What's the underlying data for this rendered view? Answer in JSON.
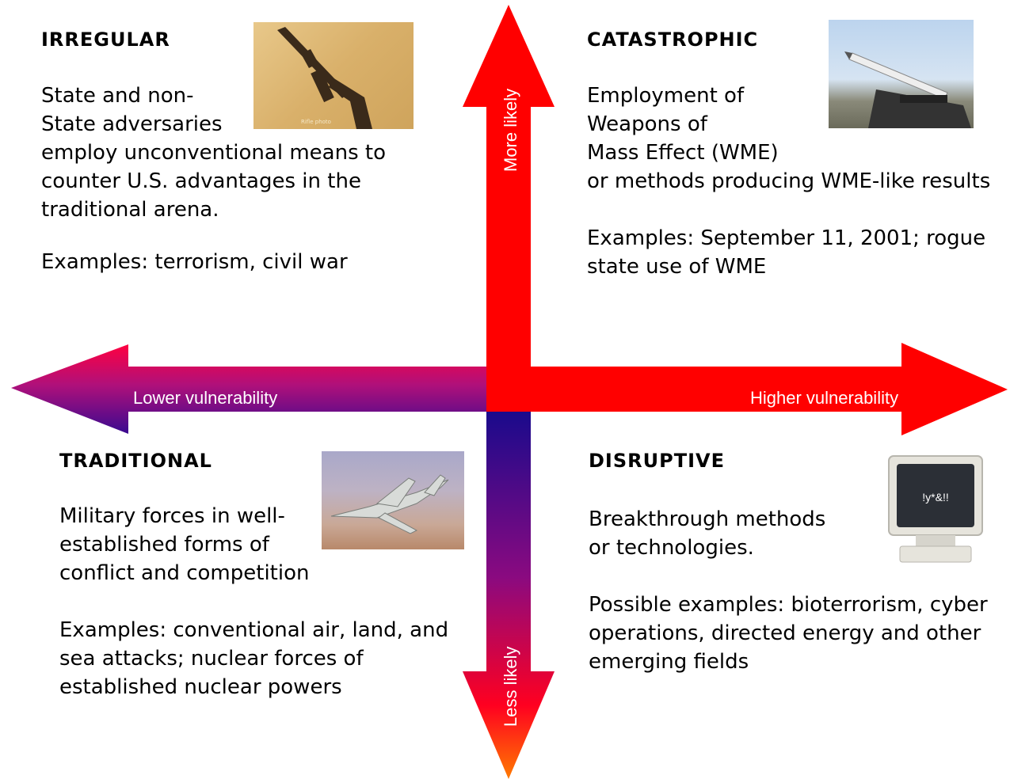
{
  "axes": {
    "up_label": "More likely",
    "down_label": "Less likely",
    "left_label": "Lower vulnerability",
    "right_label": "Higher vulnerability",
    "colors": {
      "red": "#ff0000",
      "blue": "#1a0a8c",
      "purple": "#8a0a80",
      "orange": "#ff7a00"
    }
  },
  "quadrants": {
    "irregular": {
      "title": "IRREGULAR",
      "body_lines": [
        "State and non-",
        "State adversaries",
        "employ unconventional means to",
        "counter U.S. advantages in the",
        "traditional arena."
      ],
      "examples": "Examples: terrorism, civil war",
      "image_icon": "rifle-photo"
    },
    "catastrophic": {
      "title": "CATASTROPHIC",
      "body_lines": [
        "Employment of",
        "Weapons of",
        "Mass Effect (WME)",
        "or methods producing WME-like results"
      ],
      "examples_lines": [
        "Examples: September 11, 2001; rogue",
        "state use of WME"
      ],
      "image_icon": "missile-launcher-photo"
    },
    "traditional": {
      "title": "TRADITIONAL",
      "body_lines": [
        "Military forces in well-",
        "established forms of",
        "conflict and competition"
      ],
      "examples_lines": [
        "Examples: conventional air, land, and",
        "sea attacks; nuclear forces of",
        "established nuclear powers"
      ],
      "image_icon": "fighter-jet-photo"
    },
    "disruptive": {
      "title": "DISRUPTIVE",
      "body_lines": [
        "Breakthrough methods",
        "or technologies."
      ],
      "examples_lines": [
        "Possible examples: bioterrorism, cyber",
        "operations, directed energy and other",
        "emerging fields"
      ],
      "image_icon": "computer-monitor-icon",
      "monitor_text": "!y*&!!"
    }
  }
}
